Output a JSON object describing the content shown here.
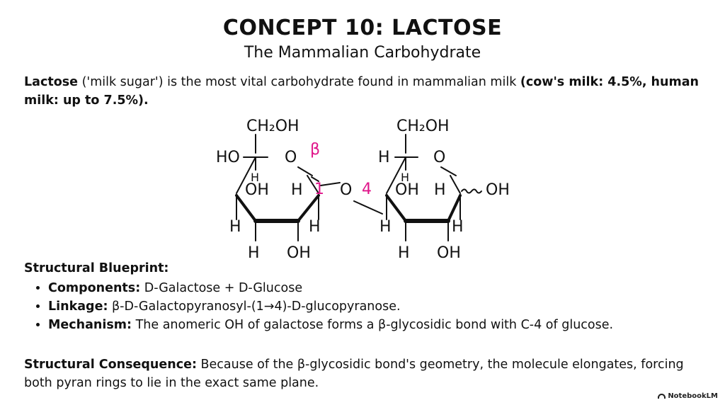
{
  "header": {
    "title": "CONCEPT 10: LACTOSE",
    "subtitle": "The Mammalian Carbohydrate"
  },
  "intro": {
    "term": "Lactose",
    "text": " ('milk sugar') is the most vital carbohydrate found in mammalian milk ",
    "bold_tail": "(cow's milk: 4.5%, human milk: up to 7.5%)."
  },
  "diagram": {
    "left_ring": {
      "top_group": "CH₂OH",
      "ho": "HO",
      "ring_o": "O",
      "h_upper": "H",
      "oh_mid": "OH",
      "h_mid": "H",
      "h_bottom_left": "H",
      "h_bottom_right": "H",
      "h_low": "H",
      "oh_low": "OH"
    },
    "right_ring": {
      "top_group": "CH₂OH",
      "h_top": "H",
      "ring_o": "O",
      "h_upper": "H",
      "oh_mid": "OH",
      "h_mid": "H",
      "anomeric_oh": "OH",
      "h_bottom_left": "H",
      "h_bottom_right": "H",
      "h_low": "H",
      "oh_low": "OH"
    },
    "bridge_o": "O",
    "beta_label": "β",
    "pos1_label": "1",
    "pos4_label": "4",
    "accent_color": "#e0158a"
  },
  "blueprint": {
    "heading": "Structural Blueprint:",
    "items": [
      {
        "label": "Components:",
        "text": " D-Galactose + D-Glucose"
      },
      {
        "label": "Linkage:",
        "text": " β-D-Galactopyranosyl-(1→4)-D-glucopyranose."
      },
      {
        "label": "Mechanism:",
        "text": " The anomeric OH of galactose forms a β-glycosidic bond with C-4 of glucose."
      }
    ]
  },
  "consequence": {
    "label": "Structural Consequence:",
    "text": " Because of the β-glycosidic bond's geometry, the molecule elongates, forcing both pyran rings to lie in the exact same plane."
  },
  "brand": {
    "name": "NotebookLM",
    "icon": "notebooklm-logo-icon"
  }
}
